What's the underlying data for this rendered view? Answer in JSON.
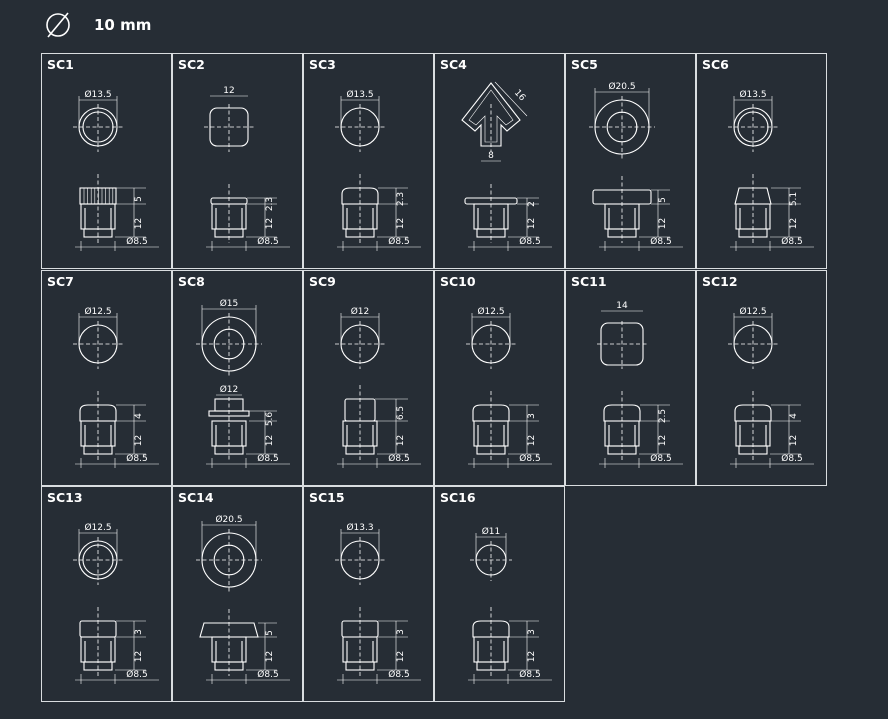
{
  "header": {
    "size_label": "10 mm",
    "icon": "diameter-icon"
  },
  "colors": {
    "background": "#262d35",
    "lines": "#ffffff"
  },
  "cells": [
    {
      "label": "SC1",
      "top": "Ø13.5",
      "h": "5",
      "stem": "12",
      "bot": "Ø8.5",
      "shape": "ring-circle",
      "side": "knurled"
    },
    {
      "label": "SC2",
      "top": "12",
      "h": "2.3",
      "stem": "12",
      "bot": "Ø8.5",
      "shape": "rounded-square",
      "side": "thin-cap"
    },
    {
      "label": "SC3",
      "top": "Ø13.5",
      "h": "2.3",
      "stem": "12",
      "bot": "Ø8.5",
      "shape": "circle",
      "side": "dome"
    },
    {
      "label": "SC4",
      "top": "16",
      "h": "2",
      "stem": "12",
      "bot": "Ø8.5",
      "shape": "arrow",
      "side": "flat-wide",
      "extra": "8"
    },
    {
      "label": "SC5",
      "top": "Ø20.5",
      "h": "5",
      "stem": "12",
      "bot": "Ø8.5",
      "shape": "ring-large",
      "side": "thick-wide"
    },
    {
      "label": "SC6",
      "top": "Ø13.5",
      "h": "5.1",
      "stem": "12",
      "bot": "Ø8.5",
      "shape": "ring-circle",
      "side": "trapezoid"
    },
    {
      "label": "SC7",
      "top": "Ø12.5",
      "h": "4",
      "stem": "12",
      "bot": "Ø8.5",
      "shape": "circle",
      "side": "rounded-cap"
    },
    {
      "label": "SC8",
      "top": "Ø15",
      "h": "5.6",
      "stem": "12",
      "bot": "Ø8.5",
      "shape": "ring-large",
      "side": "flange",
      "extra": "Ø12"
    },
    {
      "label": "SC9",
      "top": "Ø12",
      "h": "6.5",
      "stem": "12",
      "bot": "Ø8.5",
      "shape": "circle",
      "side": "tall-cap"
    },
    {
      "label": "SC10",
      "top": "Ø12.5",
      "h": "3",
      "stem": "12",
      "bot": "Ø8.5",
      "shape": "circle",
      "side": "dome"
    },
    {
      "label": "SC11",
      "top": "14",
      "h": "2.5",
      "stem": "12",
      "bot": "Ø8.5",
      "shape": "rounded-square",
      "side": "dome"
    },
    {
      "label": "SC12",
      "top": "Ø12.5",
      "h": "4",
      "stem": "12",
      "bot": "Ø8.5",
      "shape": "circle",
      "side": "rounded-cap"
    },
    {
      "label": "SC13",
      "top": "Ø12.5",
      "h": "3",
      "stem": "12",
      "bot": "Ø8.5",
      "shape": "ring-circle",
      "side": "flat-cap"
    },
    {
      "label": "SC14",
      "top": "Ø20.5",
      "h": "5",
      "stem": "12",
      "bot": "Ø8.5",
      "shape": "ring-large",
      "side": "trapezoid-wide"
    },
    {
      "label": "SC15",
      "top": "Ø13.3",
      "h": "3",
      "stem": "12",
      "bot": "Ø8.5",
      "shape": "circle",
      "side": "flat-cap"
    },
    {
      "label": "SC16",
      "top": "Ø11",
      "h": "3",
      "stem": "12",
      "bot": "Ø8.5",
      "shape": "circle",
      "side": "rounded-cap"
    }
  ]
}
